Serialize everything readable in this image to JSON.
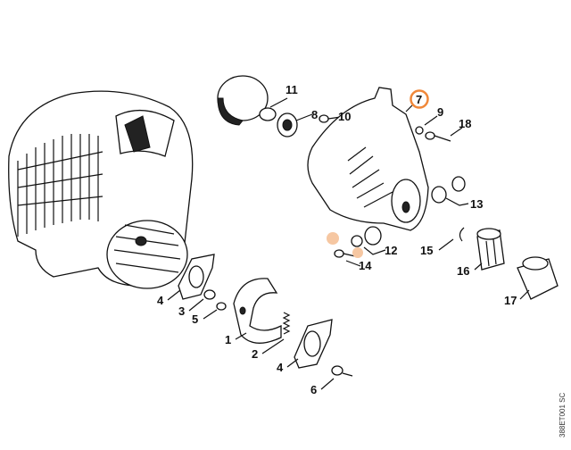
{
  "diagram": {
    "type": "exploded-parts-view",
    "highlight_color": "#f0883a",
    "highlight_dot_color": "#f6c7a2",
    "highlighted_part": "7",
    "labels": {
      "p1": "1",
      "p2": "2",
      "p3": "3",
      "p4a": "4",
      "p4b": "4",
      "p5": "5",
      "p6": "6",
      "p7": "7",
      "p8": "8",
      "p9": "9",
      "p10": "10",
      "p11": "11",
      "p12": "12",
      "p13": "13",
      "p14": "14",
      "p15": "15",
      "p16": "16",
      "p17": "17",
      "p18": "18"
    },
    "drawing_code": "388ET001 SC"
  }
}
